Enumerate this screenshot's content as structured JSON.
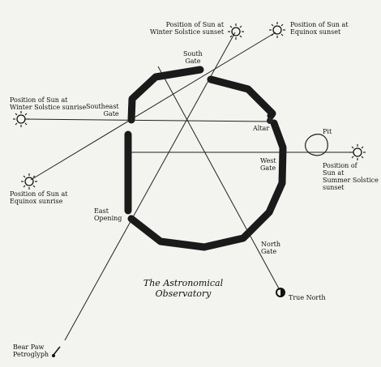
{
  "diagram": {
    "title_line1": "The Astronomical",
    "title_line2": "Observatory",
    "labels": {
      "winter_solstice_sunset": "Position of Sun at\nWinter Solstice sunset",
      "equinox_sunset": "Position of Sun at\nEquinox sunset",
      "winter_solstice_sunrise": "Position of Sun at\nWinter Solstice sunrise",
      "equinox_sunrise": "Position of Sun at\nEquinox sunrise",
      "summer_solstice_sunset": "Position of\nSun at\nSummer Solstice\nsunset",
      "south_gate": "South\nGate",
      "southeast_gate": "Southeast\nGate",
      "altar": "Altar",
      "pit": "Pit",
      "west_gate": "West\nGate",
      "east_opening": "East\nOpening",
      "north_gate": "North\nGate",
      "true_north": "True North",
      "bear_paw": "Bear Paw\nPetroglyph"
    }
  }
}
